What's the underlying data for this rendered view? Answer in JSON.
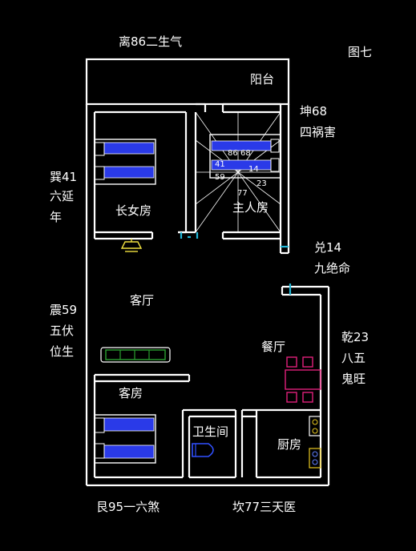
{
  "labels": {
    "figure": "图七",
    "north": "离86二生气",
    "balcony": "阳台",
    "northeast": [
      "坤68",
      "四祸害"
    ],
    "east": [
      "巽41",
      "六延",
      "年"
    ],
    "eldest_daughter_room": "长女房",
    "master_room": "主人房",
    "ne_bed_numbers": [
      "86",
      "68",
      "41",
      "59",
      "14",
      "77",
      "23"
    ],
    "dui": [
      "兑14",
      "九绝命"
    ],
    "living_room": "客厅",
    "zhen": [
      "震59",
      "五伏",
      "位生"
    ],
    "dining": "餐厅",
    "qian": [
      "乾23",
      "八五",
      "鬼旺"
    ],
    "guest_room": "客房",
    "bathroom": "卫生间",
    "kitchen": "厨房",
    "bottom_left": "艮95一六煞",
    "bottom_mid": "坎77三天医"
  },
  "colors": {
    "background": "#000000",
    "wall": "#ffffff",
    "bed": "#1a3ad6",
    "bed_fill": "#2a3ae8",
    "lamp": "#f0e040",
    "sofa": "#2aa030",
    "sofa_stroke": "#ffffff",
    "dining_chairs": "#e0207a",
    "tap": "#e8c820",
    "stove_ring": "#6080ff",
    "toilet": "#3050ff",
    "wall_cyan": "#22b8d8"
  }
}
